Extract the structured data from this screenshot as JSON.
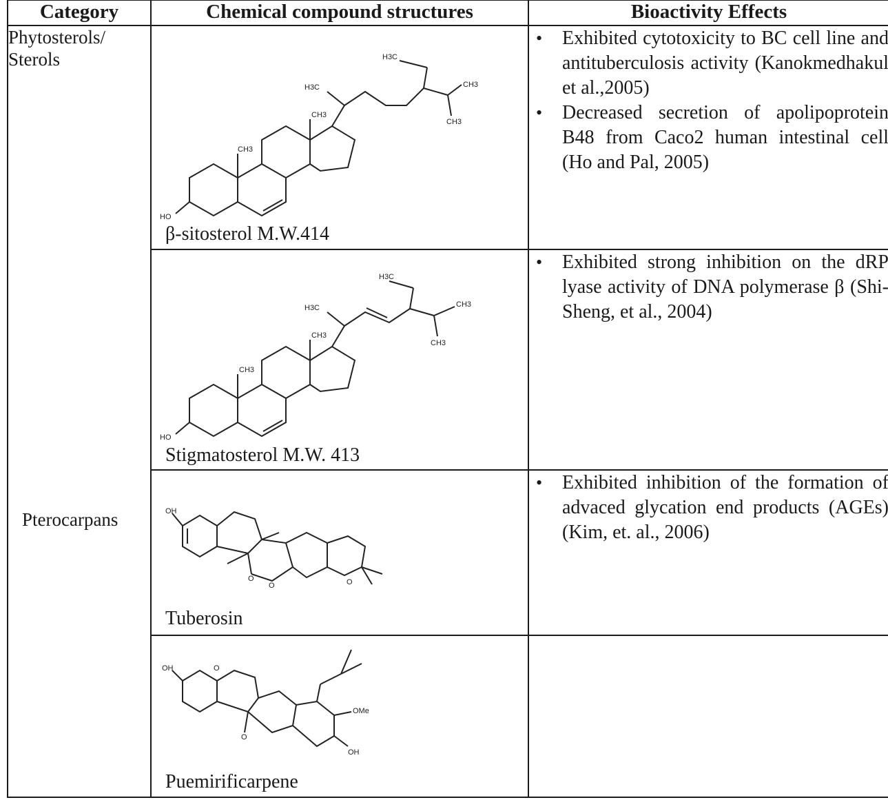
{
  "headers": {
    "category": "Category",
    "structures": "Chemical compound structures",
    "effects": "Bioactivity Effects"
  },
  "categories": {
    "sterols": "Phytosterols/ Sterols",
    "pterocarpans": "Pterocarpans"
  },
  "compounds": [
    {
      "name": "β-sitosterol  M.W.414",
      "effects": [
        "Exhibited cytotoxicity to BC cell line and antituberculosis activity (Kanokmedhakul et al.,2005)",
        "Decreased secretion of apolipoprotein B48 from Caco2 human intestinal cell (Ho and Pal, 2005)"
      ]
    },
    {
      "name": "Stigmatosterol   M.W. 413",
      "effects": [
        "Exhibited strong inhibition on the dRP lyase activity of DNA polymerase β (Shi-Sheng, et al., 2004)"
      ]
    },
    {
      "name": "Tuberosin",
      "effects": [
        "Exhibited inhibition of the formation of advaced glycation end products (AGEs) (Kim, et. al., 2006)"
      ]
    },
    {
      "name": "Puemirificarpene",
      "effects": []
    }
  ],
  "structure_labels": {
    "ho": "HO",
    "oh": "OH",
    "ch3": "CH3",
    "h3c": "H3C",
    "o": "O",
    "ome": "OMe"
  }
}
